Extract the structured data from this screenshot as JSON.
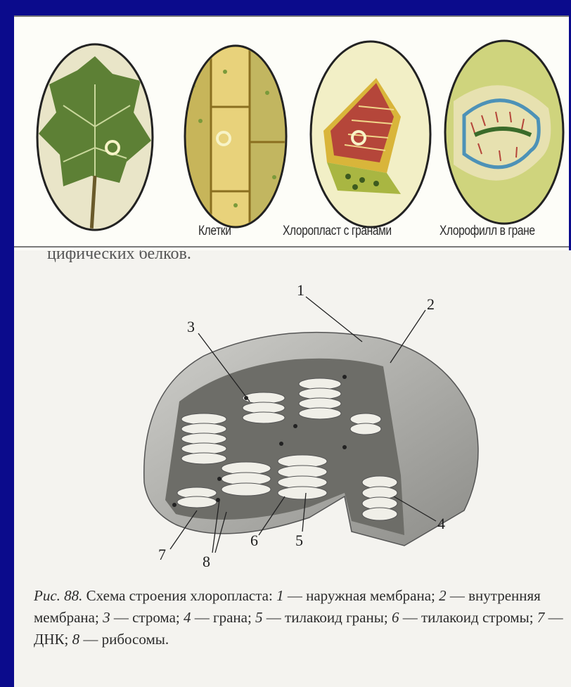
{
  "top_captions": {
    "cells": "Клетки",
    "chloroplast": "Хлоропласт с гранами",
    "chlorophyll": "Хлорофилл в гране"
  },
  "cut_text": "цифических белков.",
  "labels": [
    "1",
    "2",
    "3",
    "4",
    "5",
    "6",
    "7",
    "8"
  ],
  "caption": {
    "fig_ref": "Рис. 88.",
    "title": "Схема строения хлоропласта:",
    "items": [
      {
        "n": "1",
        "text": "— наружная мембрана;"
      },
      {
        "n": "2",
        "text": "— внутренняя мембрана;"
      },
      {
        "n": "3",
        "text": "— строма;"
      },
      {
        "n": "4",
        "text": "— грана;"
      },
      {
        "n": "5",
        "text": "— тилакоид граны;"
      },
      {
        "n": "6",
        "text": "— тилакоид стромы;"
      },
      {
        "n": "7",
        "text": "— ДНК;"
      },
      {
        "n": "8",
        "text": "— рибосомы."
      }
    ]
  },
  "colors": {
    "frame": "#0b0b8c",
    "leaf": "#6d8f3a",
    "gold": "#c9a233",
    "grana_red": "#b5463a"
  }
}
